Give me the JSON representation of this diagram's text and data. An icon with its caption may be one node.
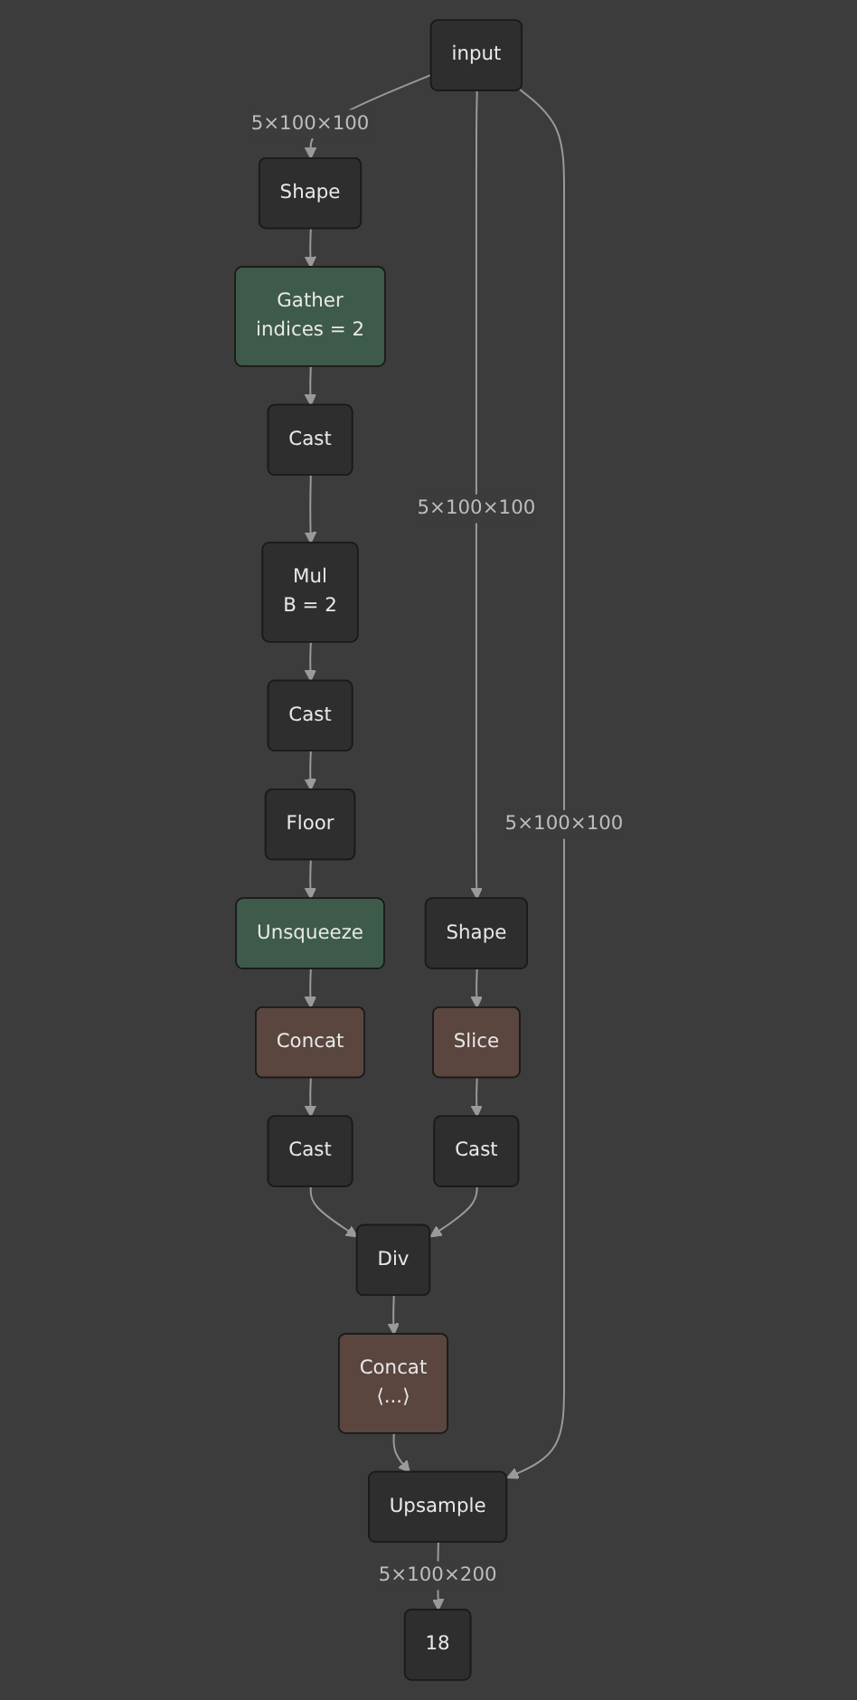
{
  "diagram": {
    "nodes": [
      {
        "text": [
          "input"
        ]
      },
      {
        "text": [
          "Shape"
        ]
      },
      {
        "text": [
          "Gather",
          "indices = 2"
        ]
      },
      {
        "text": [
          "Cast"
        ]
      },
      {
        "text": [
          "Mul",
          "B = 2"
        ]
      },
      {
        "text": [
          "Cast"
        ]
      },
      {
        "text": [
          "Floor"
        ]
      },
      {
        "text": [
          "Unsqueeze"
        ]
      },
      {
        "text": [
          "Concat"
        ]
      },
      {
        "text": [
          "Cast"
        ]
      },
      {
        "text": [
          "Shape"
        ]
      },
      {
        "text": [
          "Slice"
        ]
      },
      {
        "text": [
          "Cast"
        ]
      },
      {
        "text": [
          "Div"
        ]
      },
      {
        "text": [
          "Concat",
          "⟨...⟩"
        ]
      },
      {
        "text": [
          "Upsample"
        ]
      },
      {
        "text": [
          "18"
        ]
      }
    ],
    "edges": [
      {
        "from": 0,
        "to": 1,
        "arrow": "to",
        "label": "5×100×100"
      },
      {
        "from": 1,
        "to": 2,
        "arrow": "to"
      },
      {
        "from": 2,
        "to": 3,
        "arrow": "to"
      },
      {
        "from": 3,
        "to": 4,
        "arrow": "to"
      },
      {
        "from": 4,
        "to": 5,
        "arrow": "to"
      },
      {
        "from": 5,
        "to": 6,
        "arrow": "to"
      },
      {
        "from": 6,
        "to": 7,
        "arrow": "to"
      },
      {
        "from": 7,
        "to": 8,
        "arrow": "to"
      },
      {
        "from": 8,
        "to": 9,
        "arrow": "to"
      },
      {
        "from": 0,
        "to": 10,
        "arrow": "to",
        "label": "5×100×100"
      },
      {
        "from": 10,
        "to": 11,
        "arrow": "to"
      },
      {
        "from": 11,
        "to": 12,
        "arrow": "to"
      },
      {
        "from": 9,
        "to": 13,
        "arrow": "to"
      },
      {
        "from": 12,
        "to": 13,
        "arrow": "to"
      },
      {
        "from": 13,
        "to": 14,
        "arrow": "to"
      },
      {
        "from": 14,
        "to": 15,
        "arrow": "to"
      },
      {
        "from": 0,
        "to": 15,
        "arrow": "to",
        "label": "5×100×100"
      },
      {
        "from": 15,
        "to": 16,
        "arrow": "to",
        "label": "5×100×200"
      }
    ]
  }
}
